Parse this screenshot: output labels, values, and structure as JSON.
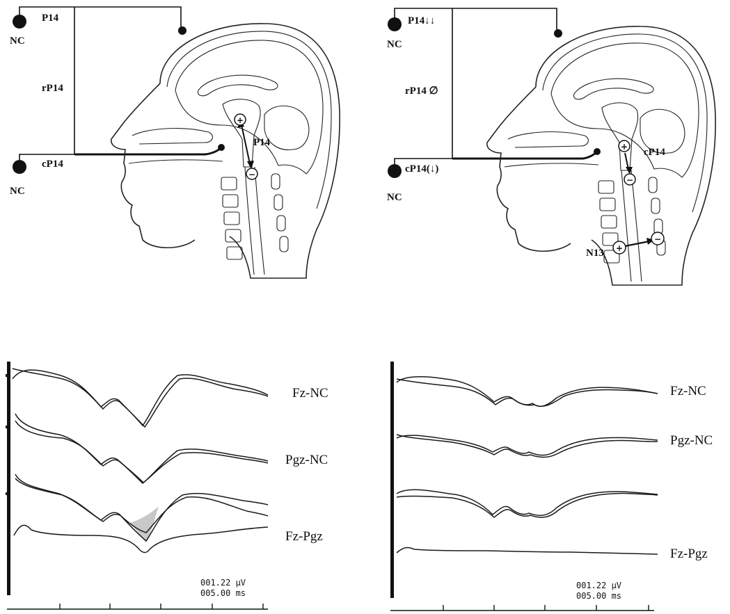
{
  "left_panel": {
    "top_electrode": "P14",
    "nc_top": "NC",
    "middle_label": "rP14",
    "bottom_electrode": "cP14",
    "nc_bottom": "NC",
    "dipole_label": "P14"
  },
  "right_panel": {
    "top_electrode": "P14↓↓",
    "nc_top": "NC",
    "middle_label": "rP14 ∅",
    "bottom_electrode": "cP14(↓)",
    "nc_bottom": "NC",
    "dipole_label": "cP14",
    "n13_label": "N13"
  },
  "symbols": {
    "plus": "+",
    "minus": "−"
  },
  "traces_left": {
    "labels": [
      "Fz-NC",
      "Pgz-NC",
      "Fz-Pgz"
    ],
    "scale_amplitude": "001.22 µV",
    "scale_time": "005.00 ms"
  },
  "traces_right": {
    "labels": [
      "Fz-NC",
      "Pgz-NC",
      "Fz-Pgz"
    ],
    "scale_amplitude": "001.22 µV",
    "scale_time": "005.00 ms"
  }
}
